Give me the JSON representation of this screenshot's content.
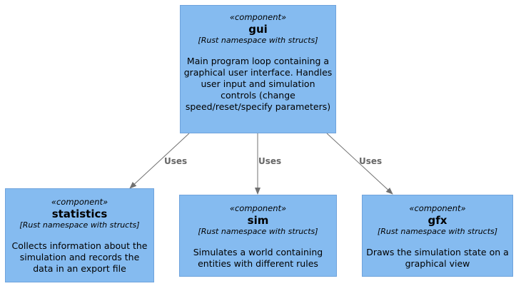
{
  "colors": {
    "box_fill": "#85bbf0",
    "box_border": "#6fa3dc",
    "edge": "#707070",
    "edge_label": "#666666"
  },
  "components": {
    "gui": {
      "stereotype": "«component»",
      "name": "gui",
      "tech": "[Rust namespace with structs]",
      "desc": "Main program loop containing a graphical user interface. Handles user input and simulation controls (change speed/reset/specify parameters)"
    },
    "statistics": {
      "stereotype": "«component»",
      "name": "statistics",
      "tech": "[Rust namespace with structs]",
      "desc": "Collects information about the simulation and records the data in an export file"
    },
    "sim": {
      "stereotype": "«component»",
      "name": "sim",
      "tech": "[Rust namespace with structs]",
      "desc": "Simulates a world containing entities with different rules"
    },
    "gfx": {
      "stereotype": "«component»",
      "name": "gfx",
      "tech": "[Rust namespace with structs]",
      "desc": "Draws the simulation state on a graphical view"
    }
  },
  "edges": [
    {
      "from": "gui",
      "to": "statistics",
      "label": "Uses"
    },
    {
      "from": "gui",
      "to": "sim",
      "label": "Uses"
    },
    {
      "from": "gui",
      "to": "gfx",
      "label": "Uses"
    }
  ]
}
